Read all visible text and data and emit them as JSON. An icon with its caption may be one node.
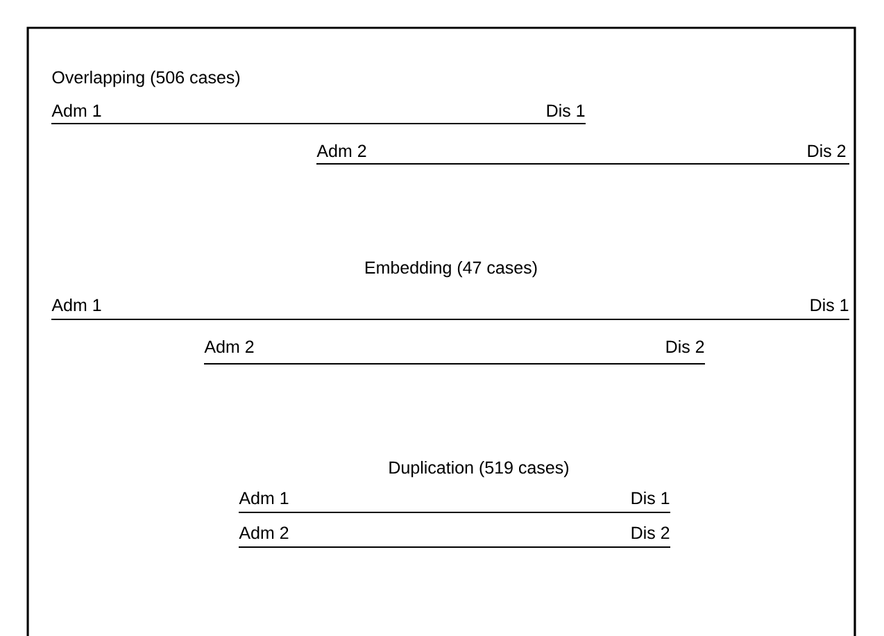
{
  "diagram": {
    "labels": [
      "Overlapping (506 cases)",
      "Adm 1",
      "Dis 1",
      "Adm 2",
      "Dis 2",
      "Embedding (47 cases)",
      "Adm 1",
      "Dis 1",
      "Adm 2",
      "Dis 2",
      "Duplication (519 cases)",
      "Adm 1",
      "Dis 1",
      "Adm 2",
      "Dis 2"
    ]
  }
}
